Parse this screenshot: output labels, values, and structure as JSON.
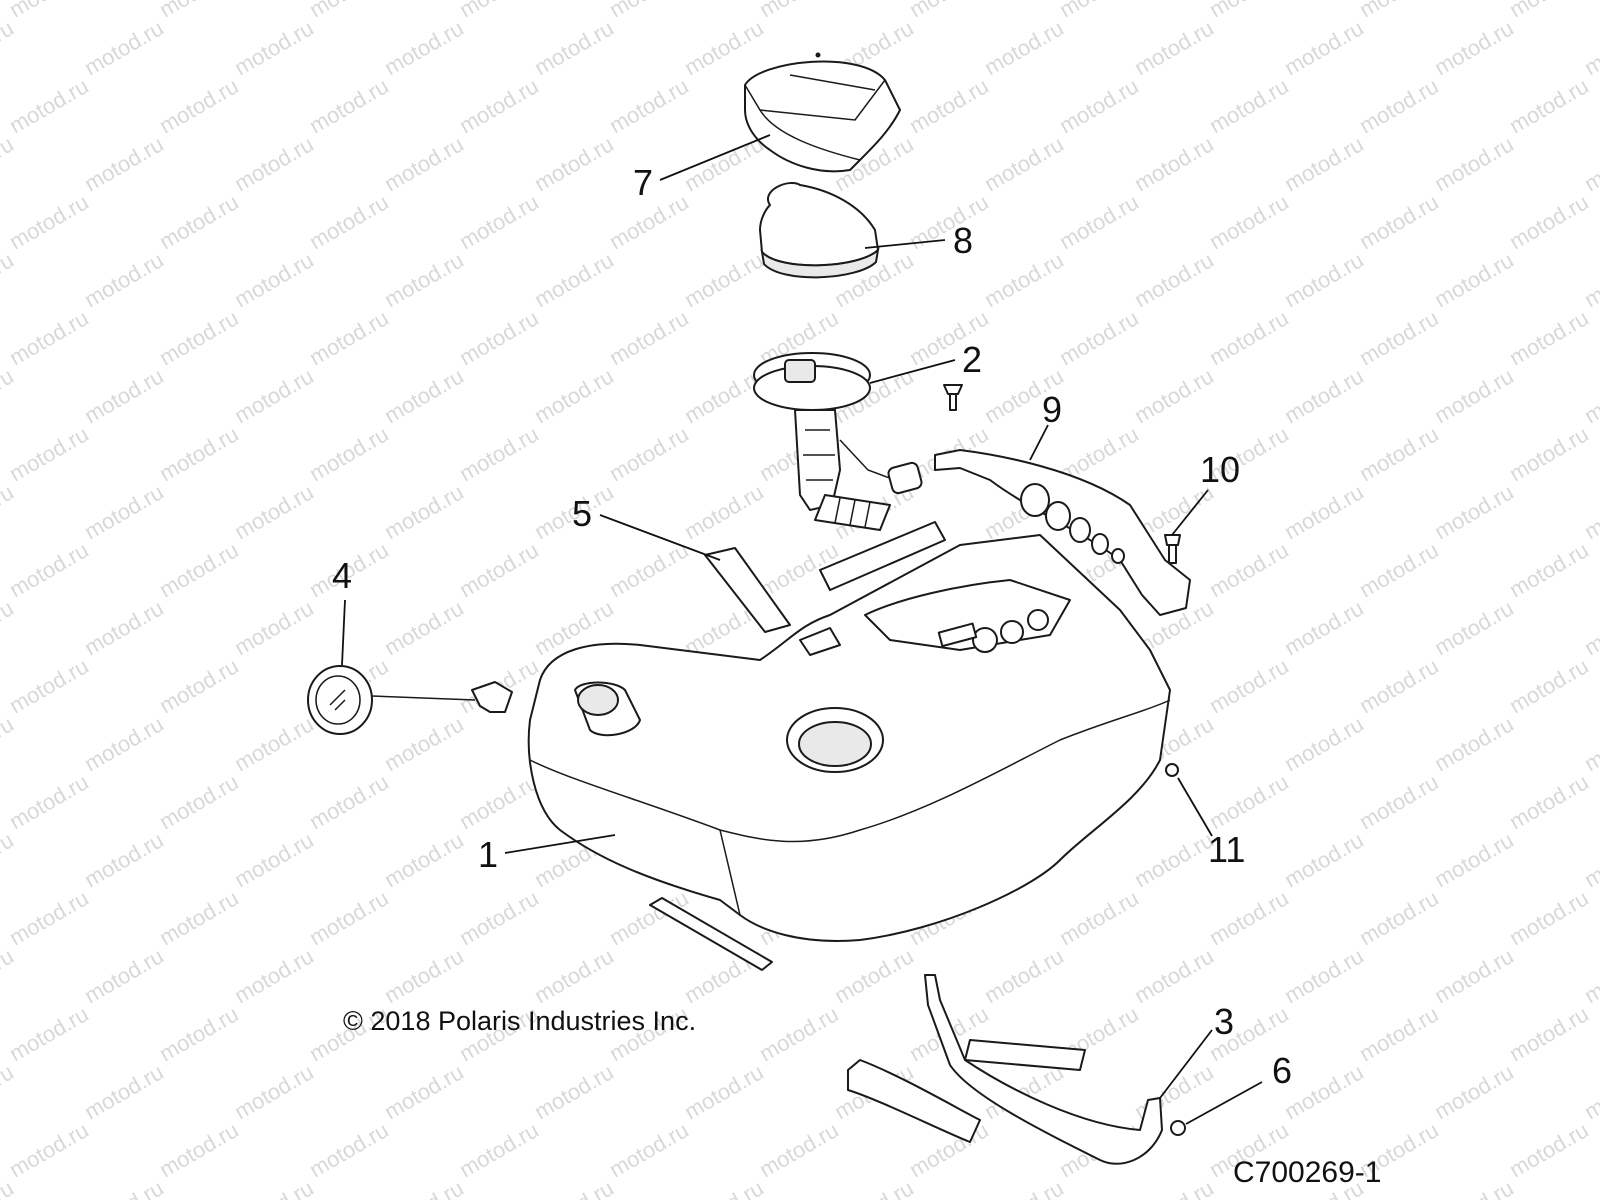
{
  "diagram": {
    "watermark": "motod.ru",
    "copyright": "© 2018 Polaris Industries Inc.",
    "drawing_number": "C700269-1",
    "callouts": [
      {
        "id": "1",
        "label": "1"
      },
      {
        "id": "2",
        "label": "2"
      },
      {
        "id": "3",
        "label": "3"
      },
      {
        "id": "4",
        "label": "4"
      },
      {
        "id": "5",
        "label": "5"
      },
      {
        "id": "6",
        "label": "6"
      },
      {
        "id": "7",
        "label": "7"
      },
      {
        "id": "8",
        "label": "8"
      },
      {
        "id": "9",
        "label": "9"
      },
      {
        "id": "10",
        "label": "10"
      },
      {
        "id": "11",
        "label": "11"
      }
    ]
  }
}
